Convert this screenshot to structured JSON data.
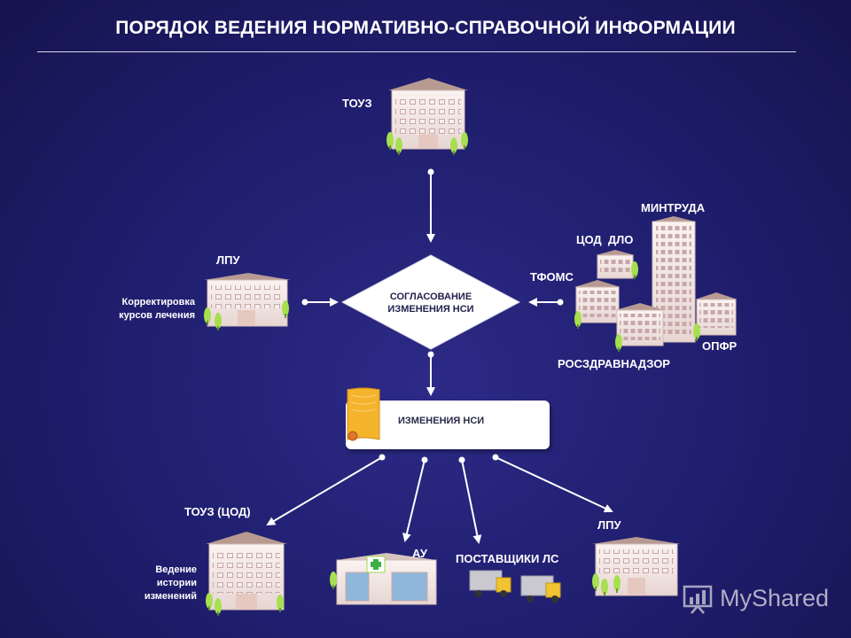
{
  "title": "ПОРЯДОК ВЕДЕНИЯ НОРМАТИВНО-СПРАВОЧНОЙ ИНФОРМАЦИИ",
  "nodes": {
    "touz_top": "ТОУЗ",
    "lpu_left": "ЛПУ",
    "lpu_note": [
      "Корректировка",
      "курсов лечения"
    ],
    "approval": [
      "СОГЛАСОВАНИЕ",
      "ИЗМЕНЕНИЯ НСИ"
    ],
    "mintrud": "МИНТРУДА",
    "tsod_dlo": "ЦОД  ДЛО",
    "tfoms": "ТФОМС",
    "opfr": "ОПФР",
    "roszdrav": "РОСЗДРАВНАДЗОР",
    "changes": "ИЗМЕНЕНИЯ НСИ",
    "touz_tsod": "ТОУЗ (ЦОД)",
    "touz_tsod_note": [
      "Ведение",
      "истории",
      "изменений"
    ],
    "au": "АУ",
    "suppliers": "ПОСТАВЩИКИ ЛС",
    "lpu_bottom": "ЛПУ"
  },
  "watermark": "MyShared",
  "colors": {
    "background": "#1f1d6c",
    "arrow": "#ffffff",
    "building_wall": "#f3e6e4",
    "building_roof": "#b79a92",
    "building_window": "#c9a9a9",
    "tree": "#9ed84a",
    "scroll": "#f4b42c"
  }
}
